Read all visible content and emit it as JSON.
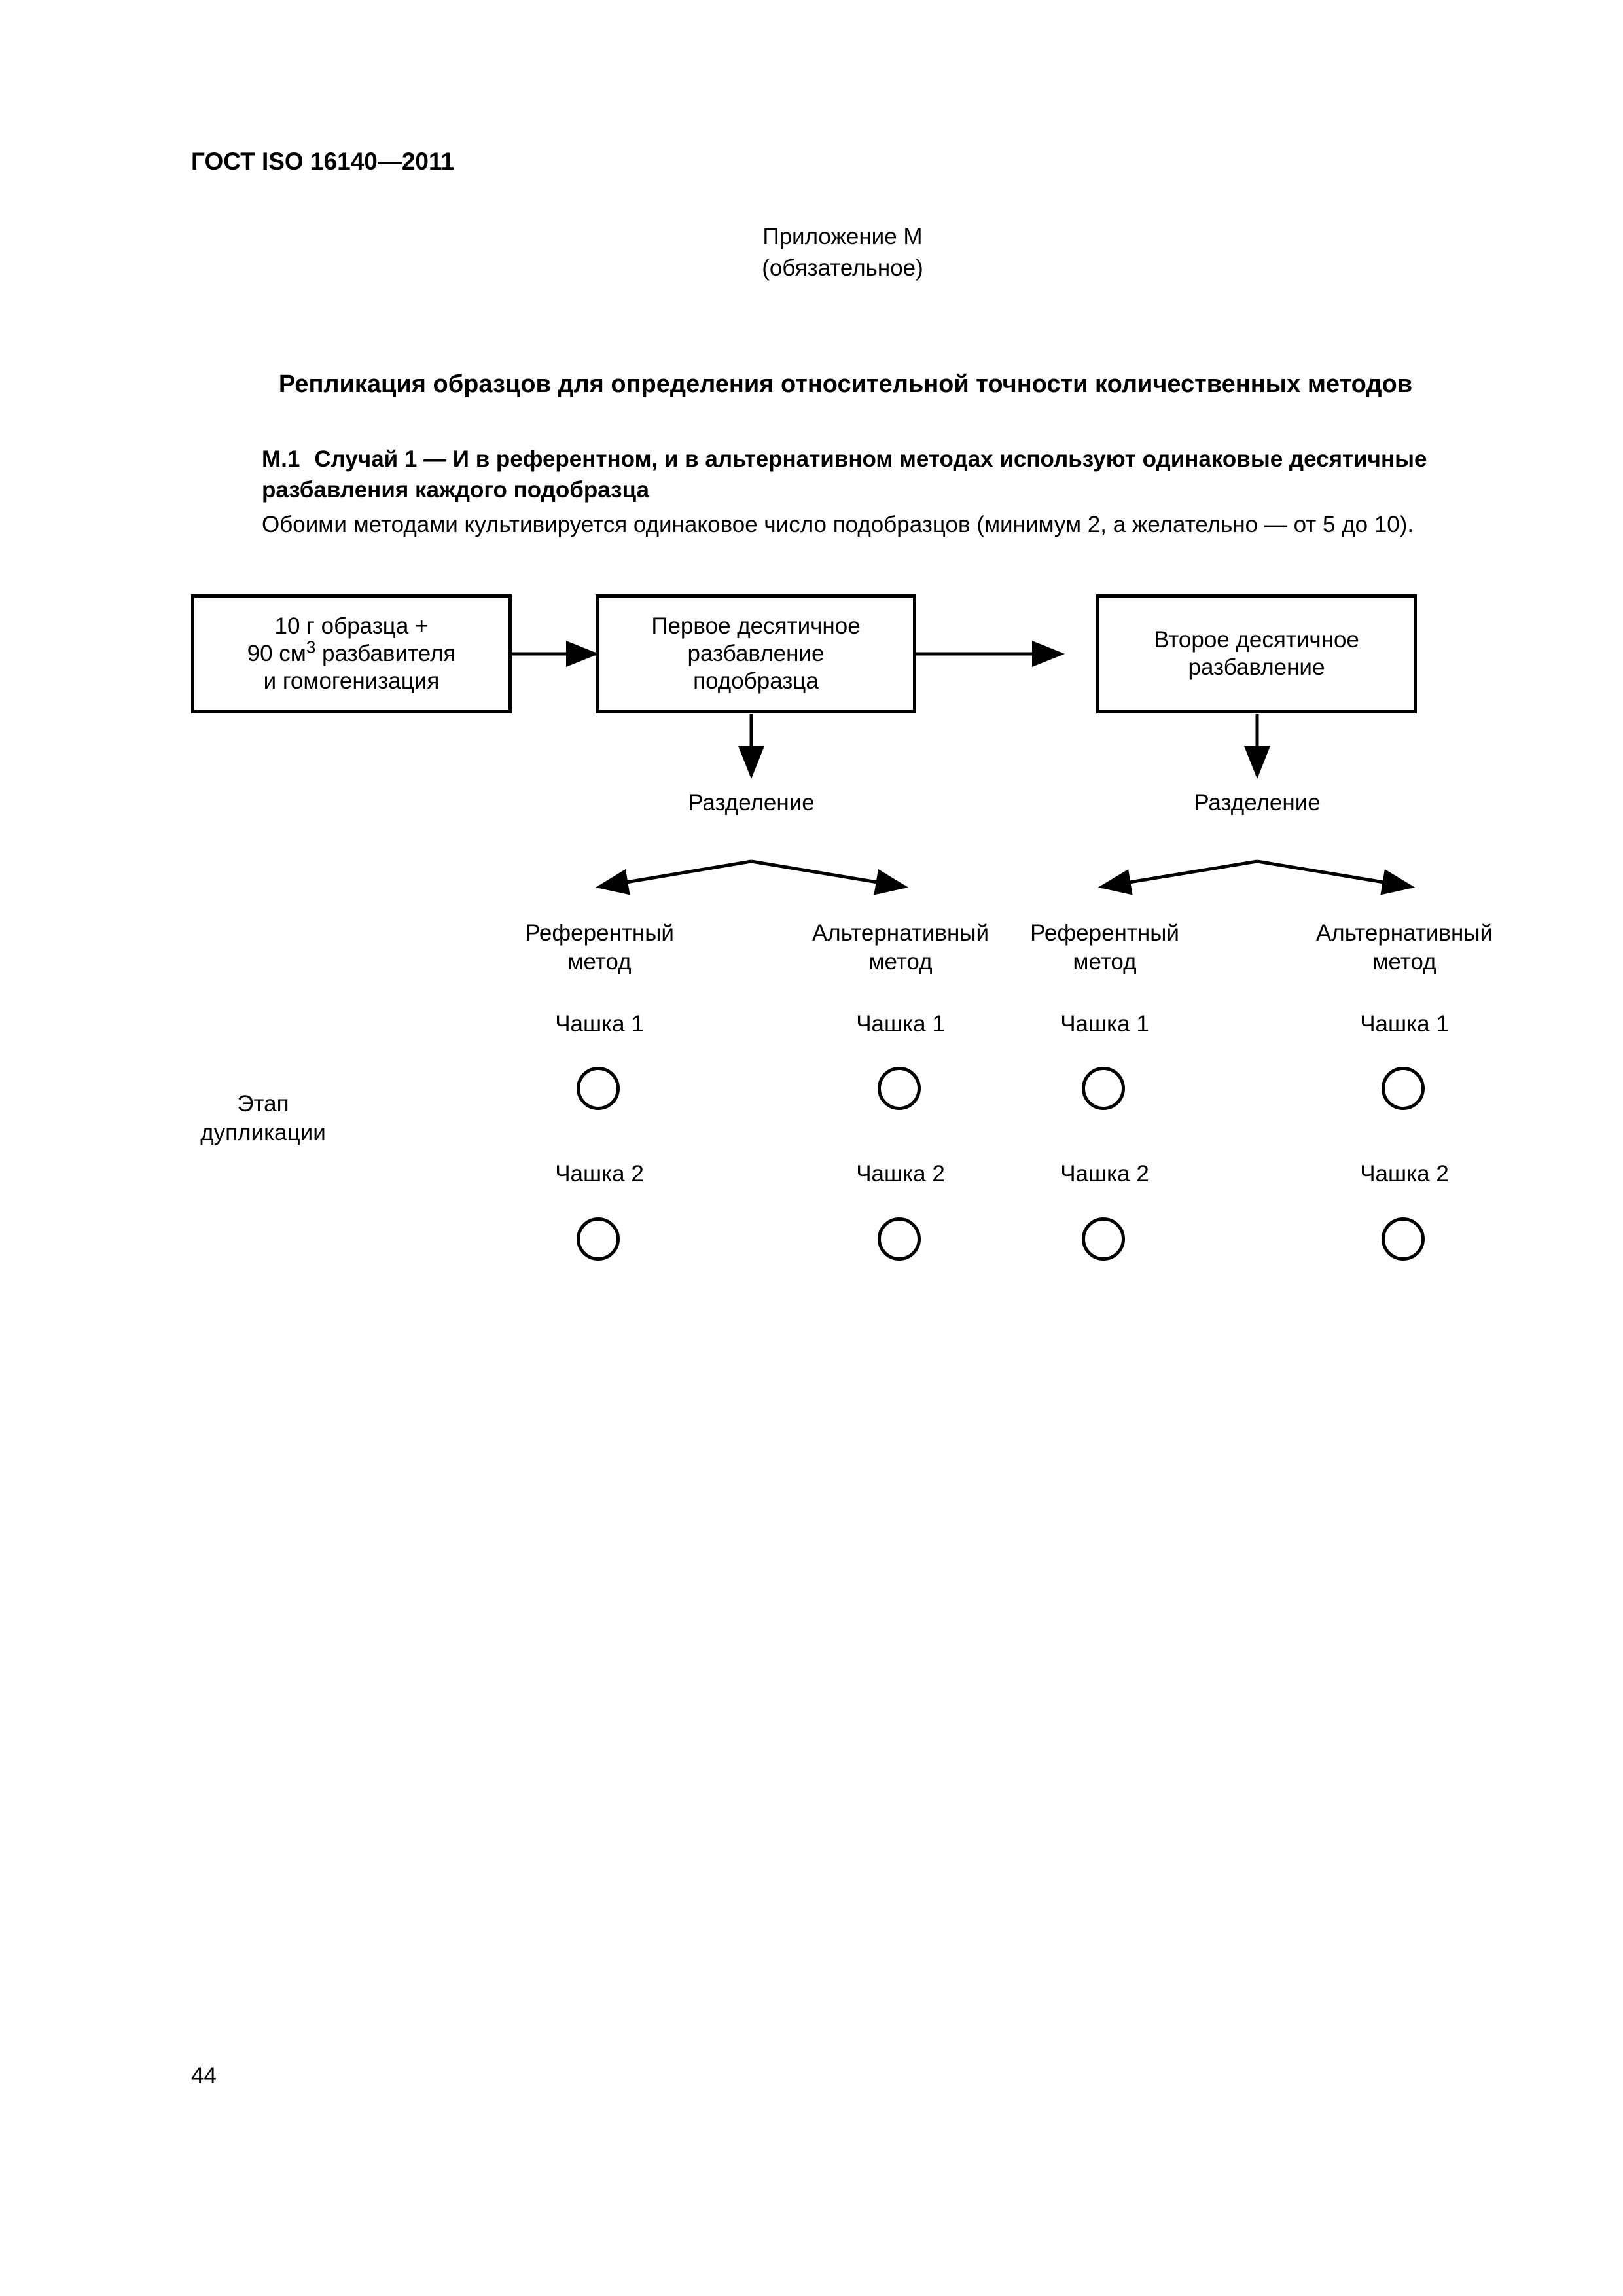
{
  "header": {
    "doc_code": "ГОСТ ISO 16140—2011"
  },
  "annex": {
    "title": "Приложение М",
    "status": "(обязательное)"
  },
  "section": {
    "heading": "Репликация образцов для определения относительной точности количественных методов"
  },
  "clause": {
    "number": "М.1",
    "title": "Случай 1 — И в референтном, и в альтернативном методах используют одинаковые десятичные разбавления каждого подобразца",
    "text": "Обоими методами культивируется одинаковое число подобразцов (минимум 2, а желательно — от 5 до 10)."
  },
  "flowchart": {
    "box1": {
      "line1": "10 г образца +",
      "line2_a": "90 см",
      "line2_sup": "3",
      "line2_b": " разбавителя",
      "line3": "и гомогенизация"
    },
    "box2": {
      "line1": "Первое десятичное",
      "line2": "разбавление",
      "line3": "подобразца"
    },
    "box3": {
      "line1": "Второе десятичное",
      "line2": "разбавление"
    },
    "split_label": "Разделение",
    "methods": {
      "reference": {
        "line1": "Референтный",
        "line2": "метод"
      },
      "alternative": {
        "line1": "Альтернативный",
        "line2": "метод"
      }
    },
    "dish1": "Чашка 1",
    "dish2": "Чашка 2",
    "stage": {
      "line1": "Этап",
      "line2": "дупликации"
    }
  },
  "footer": {
    "page_number": "44"
  }
}
